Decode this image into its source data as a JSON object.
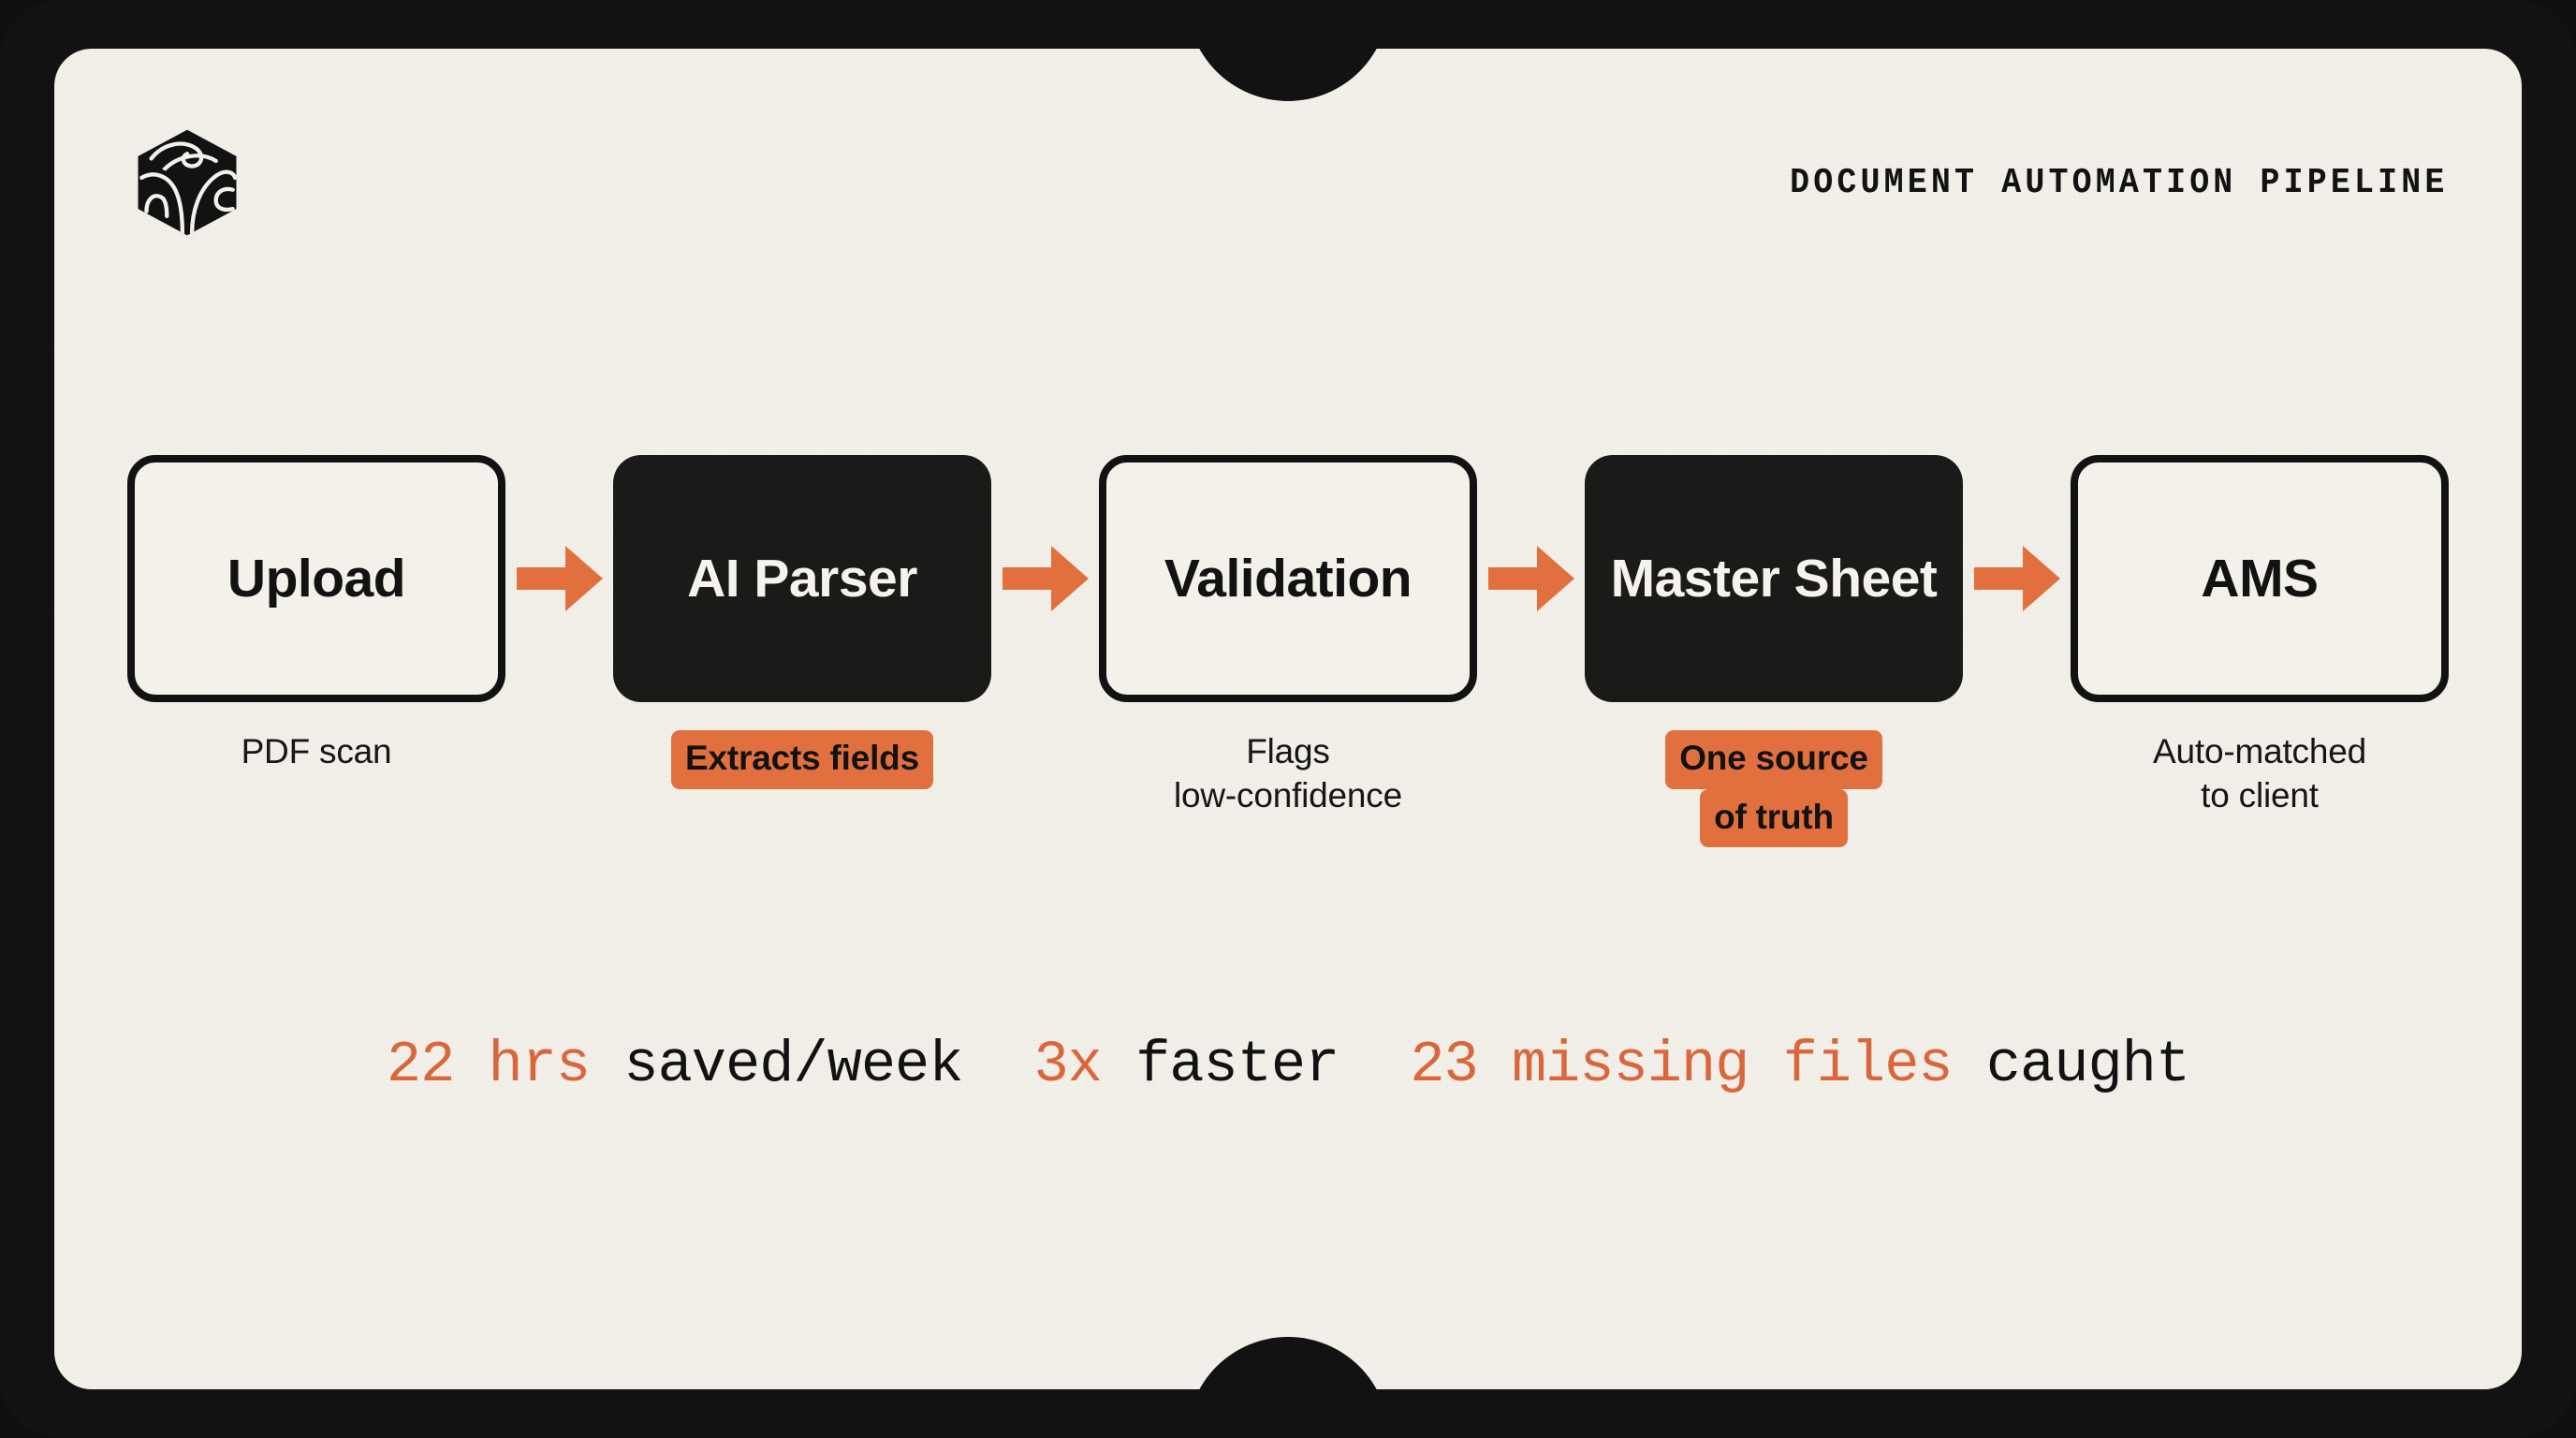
{
  "header": {
    "logo_name": "isometric-cube-logo",
    "title": "DOCUMENT AUTOMATION PIPELINE"
  },
  "colors": {
    "frame": "#121212",
    "card": "#F4F1EB",
    "accent": "#E2703F",
    "accent_text": "#D9673B",
    "ink": "#121212",
    "node_dark": "#1A1A18",
    "node_dark_text": "#F6F3EE"
  },
  "pipeline": {
    "steps": [
      {
        "label": "Upload",
        "style": "light",
        "caption_lines": [
          "PDF scan"
        ],
        "caption_style": "plain"
      },
      {
        "label": "AI Parser",
        "style": "dark",
        "caption_lines": [
          "Extracts fields"
        ],
        "caption_style": "highlight"
      },
      {
        "label": "Validation",
        "style": "light",
        "caption_lines": [
          "Flags",
          "low-confidence"
        ],
        "caption_style": "plain"
      },
      {
        "label": "Master Sheet",
        "style": "dark",
        "caption_lines": [
          "One source",
          "of truth"
        ],
        "caption_style": "highlight"
      },
      {
        "label": "AMS",
        "style": "light",
        "caption_lines": [
          "Auto-matched",
          "to client"
        ],
        "caption_style": "plain"
      }
    ],
    "arrow_name": "arrow-right-icon",
    "arrow_count": 4
  },
  "stats": [
    {
      "number": "22 hrs",
      "label": "saved/week"
    },
    {
      "number": "3x",
      "label": "faster"
    },
    {
      "number": "23 missing files",
      "label": "caught"
    }
  ]
}
